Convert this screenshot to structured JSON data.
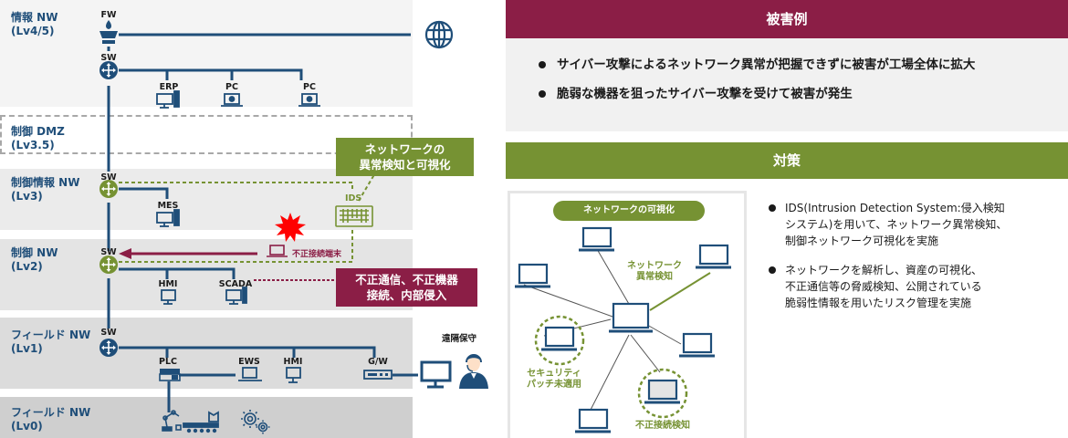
{
  "diagram": {
    "bands": [
      {
        "id": "lv45",
        "name": "情報 NW",
        "level": "(Lv4/5)"
      },
      {
        "id": "dmz",
        "name": "制御 DMZ",
        "level": "(Lv3.5)"
      },
      {
        "id": "lv3",
        "name": "制御情報 NW",
        "level": "(Lv3)"
      },
      {
        "id": "lv2",
        "name": "制御 NW",
        "level": "(Lv2)"
      },
      {
        "id": "lv1",
        "name": "フィールド NW",
        "level": "(Lv1)"
      },
      {
        "id": "lv0",
        "name": "フィールド NW",
        "level": "(Lv0)"
      }
    ],
    "devices": {
      "fw": "FW",
      "sw_lv45": "SW",
      "erp": "ERP",
      "pc1": "PC",
      "pc2": "PC",
      "sw_lv3": "SW",
      "mes": "MES",
      "ids": "IDS",
      "sw_lv2": "SW",
      "hmi_lv2": "HMI",
      "scada": "SCADA",
      "sw_lv1": "SW",
      "plc": "PLC",
      "ews": "EWS",
      "hmi_lv1": "HMI",
      "gw": "G/W"
    },
    "rogue_terminal": "不正接続端末",
    "remote_maintenance": "遠隔保守",
    "callout_ids": [
      "ネットワークの",
      "異常検知と可視化"
    ],
    "callout_threat": [
      "不正通信、不正機器",
      "接続、内部侵入"
    ],
    "colors": {
      "network_blue": "#1f4e79",
      "accent_green": "#769233",
      "threat_red": "#8b1e46",
      "attack_burst": "#ff0000"
    }
  },
  "damage": {
    "title": "被害例",
    "items": [
      "サイバー攻撃によるネットワーク異常が把握できずに被害が工場全体に拡大",
      "脆弱な機器を狙ったサイバー攻撃を受けて被害が発生"
    ]
  },
  "measures": {
    "title": "対策",
    "visualization": {
      "title": "ネットワークの可視化",
      "note_anomaly": [
        "ネットワーク",
        "異常検知"
      ],
      "note_patch": [
        "セキュリティ",
        "パッチ未適用"
      ],
      "note_rogue": "不正接続検知"
    },
    "items": [
      [
        "IDS(Intrusion Detection System:侵入検知",
        "システム)を用いて、ネットワーク異常検知、",
        "制御ネットワーク可視化を実施"
      ],
      [
        "ネットワークを解析し、資産の可視化、",
        "不正通信等の脅威検知、公開されている",
        "脆弱性情報を用いたリスク管理を実施"
      ]
    ]
  }
}
